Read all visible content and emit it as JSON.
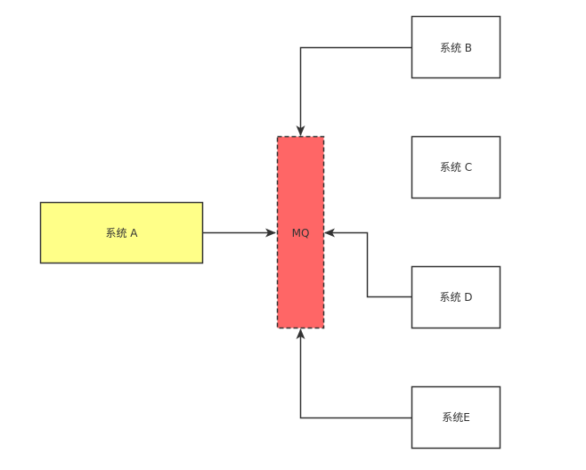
{
  "nodes": {
    "system_a": {
      "label": "系统 A",
      "fill": "#ffff88"
    },
    "mq": {
      "label": "MQ",
      "fill": "#ff6666"
    },
    "system_b": {
      "label": "系统 B",
      "fill": "#ffffff"
    },
    "system_c": {
      "label": "系统 C",
      "fill": "#ffffff"
    },
    "system_d": {
      "label": "系统 D",
      "fill": "#ffffff"
    },
    "system_e": {
      "label": "系统E",
      "fill": "#ffffff"
    }
  },
  "colors": {
    "stroke": "#333333",
    "background": "#ffffff"
  },
  "edges": [
    {
      "from": "系统 A",
      "to": "MQ"
    },
    {
      "from": "系统 B",
      "to": "MQ"
    },
    {
      "from": "系统 D",
      "to": "MQ"
    },
    {
      "from": "系统E",
      "to": "MQ"
    }
  ]
}
